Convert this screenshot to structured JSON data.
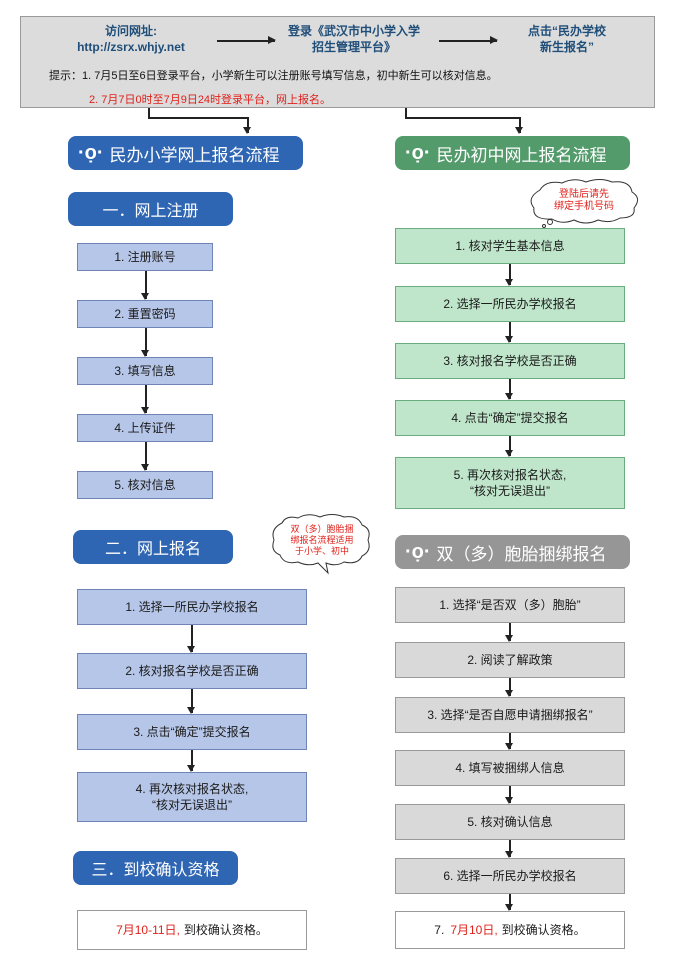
{
  "top": {
    "visit_label": "访问网址:",
    "visit_url": "http://zsrx.whjy.net",
    "login_line1": "登录《武汉市中小学入学",
    "login_line2": "招生管理平台》",
    "click_line1": "点击“民办学校",
    "click_line2": "新生报名”",
    "tip1": "提示：1. 7月5日至6日登录平台，小学新生可以注册账号填写信息，初中新生可以核对信息。",
    "tip2": "2. 7月7日0时至7月9日24时登录平台，网上报名。"
  },
  "left": {
    "title": "民办小学网上报名流程",
    "sec1": "一．网上注册",
    "sec1_steps": [
      "1. 注册账号",
      "2. 重置密码",
      "3. 填写信息",
      "4. 上传证件",
      "5. 核对信息"
    ],
    "sec2": "二．网上报名",
    "sec2_steps": [
      "1. 选择一所民办学校报名",
      "2. 核对报名学校是否正确",
      "3. 点击“确定”提交报名"
    ],
    "sec2_step4_line1": "4. 再次核对报名状态,",
    "sec2_step4_line2": "“核对无误退出”",
    "sec3": "三．到校确认资格",
    "confirm_date": "7月10-11日,",
    "confirm_text": "到校确认资格。"
  },
  "right": {
    "title": "民办初中网上报名流程",
    "callout_line1": "登陆后请先",
    "callout_line2": "绑定手机号码",
    "steps": [
      "1. 核对学生基本信息",
      "2. 选择一所民办学校报名",
      "3. 核对报名学校是否正确",
      "4. 点击“确定”提交报名"
    ],
    "step5_line1": "5. 再次核对报名状态,",
    "step5_line2": "“核对无误退出”"
  },
  "twins": {
    "title": "双（多）胞胎捆绑报名",
    "callout_line1": "双（多）胞胎捆",
    "callout_line2": "绑报名流程适用",
    "callout_line3": "于小学、初中",
    "steps": [
      "1. 选择“是否双（多）胞胎”",
      "2. 阅读了解政策",
      "3. 选择“是否自愿申请捆绑报名”",
      "4. 填写被捆绑人信息",
      "5. 核对确认信息",
      "6. 选择一所民办学校报名"
    ],
    "last_prefix": "7.",
    "last_date": "7月10日,",
    "last_text": "到校确认资格。"
  },
  "colors": {
    "blue_header": "#2f66b3",
    "green_header": "#549b6c",
    "gray_header": "#969696",
    "blue_box": "#b6c6e8",
    "green_box": "#bfe6cb",
    "gray_box": "#d9d9d9",
    "accent_red": "#e0201a"
  }
}
